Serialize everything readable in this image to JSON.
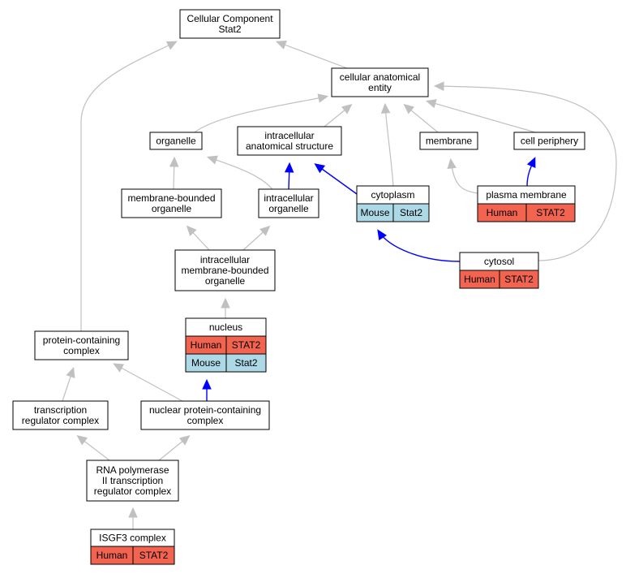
{
  "colors": {
    "human": "#f26450",
    "mouse": "#add8e6",
    "edge_is_a": "#c0c0c0",
    "edge_annotated": "#0000ff"
  },
  "nodes": {
    "cellular_component": {
      "lines": [
        "Cellular Component",
        "Stat2"
      ]
    },
    "cellular_anatomical_entity": {
      "lines": [
        "cellular anatomical",
        "entity"
      ]
    },
    "organelle": {
      "lines": [
        "organelle"
      ]
    },
    "intracellular_anatomical_structure": {
      "lines": [
        "intracellular",
        "anatomical structure"
      ]
    },
    "membrane": {
      "lines": [
        "membrane"
      ]
    },
    "cell_periphery": {
      "lines": [
        "cell periphery"
      ]
    },
    "membrane_bounded_organelle": {
      "lines": [
        "membrane-bounded",
        "organelle"
      ]
    },
    "intracellular_organelle": {
      "lines": [
        "intracellular",
        "organelle"
      ]
    },
    "cytoplasm": {
      "lines": [
        "cytoplasm"
      ],
      "species": [
        {
          "organism": "Mouse",
          "gene": "Stat2"
        }
      ]
    },
    "plasma_membrane": {
      "lines": [
        "plasma membrane"
      ],
      "species": [
        {
          "organism": "Human",
          "gene": "STAT2"
        }
      ]
    },
    "intracellular_membrane_bounded_organelle": {
      "lines": [
        "intracellular",
        "membrane-bounded",
        "organelle"
      ]
    },
    "cytosol": {
      "lines": [
        "cytosol"
      ],
      "species": [
        {
          "organism": "Human",
          "gene": "STAT2"
        }
      ]
    },
    "nucleus": {
      "lines": [
        "nucleus"
      ],
      "species": [
        {
          "organism": "Human",
          "gene": "STAT2"
        },
        {
          "organism": "Mouse",
          "gene": "Stat2"
        }
      ]
    },
    "protein_containing_complex": {
      "lines": [
        "protein-containing",
        "complex"
      ]
    },
    "transcription_regulator_complex": {
      "lines": [
        "transcription",
        "regulator complex"
      ]
    },
    "nuclear_protein_containing_complex": {
      "lines": [
        "nuclear protein-containing",
        "complex"
      ]
    },
    "rna_pol_ii_complex": {
      "lines": [
        "RNA polymerase",
        "II transcription",
        "regulator complex"
      ]
    },
    "isgf3_complex": {
      "lines": [
        "ISGF3 complex"
      ],
      "species": [
        {
          "organism": "Human",
          "gene": "STAT2"
        }
      ]
    }
  },
  "edges": [
    {
      "from": "cellular_anatomical_entity",
      "to": "cellular_component",
      "kind": "is_a"
    },
    {
      "from": "protein_containing_complex",
      "to": "cellular_component",
      "kind": "is_a"
    },
    {
      "from": "organelle",
      "to": "cellular_anatomical_entity",
      "kind": "is_a"
    },
    {
      "from": "intracellular_anatomical_structure",
      "to": "cellular_anatomical_entity",
      "kind": "is_a"
    },
    {
      "from": "cytoplasm",
      "to": "cellular_anatomical_entity",
      "kind": "is_a"
    },
    {
      "from": "membrane",
      "to": "cellular_anatomical_entity",
      "kind": "is_a"
    },
    {
      "from": "cell_periphery",
      "to": "cellular_anatomical_entity",
      "kind": "is_a"
    },
    {
      "from": "cytosol",
      "to": "cellular_anatomical_entity",
      "kind": "is_a"
    },
    {
      "from": "membrane_bounded_organelle",
      "to": "organelle",
      "kind": "is_a"
    },
    {
      "from": "intracellular_organelle",
      "to": "organelle",
      "kind": "is_a"
    },
    {
      "from": "intracellular_organelle",
      "to": "intracellular_anatomical_structure",
      "kind": "annotated"
    },
    {
      "from": "cytoplasm",
      "to": "intracellular_anatomical_structure",
      "kind": "annotated"
    },
    {
      "from": "plasma_membrane",
      "to": "membrane",
      "kind": "is_a"
    },
    {
      "from": "plasma_membrane",
      "to": "cell_periphery",
      "kind": "annotated"
    },
    {
      "from": "cytosol",
      "to": "cytoplasm",
      "kind": "annotated"
    },
    {
      "from": "intracellular_membrane_bounded_organelle",
      "to": "membrane_bounded_organelle",
      "kind": "is_a"
    },
    {
      "from": "intracellular_membrane_bounded_organelle",
      "to": "intracellular_organelle",
      "kind": "is_a"
    },
    {
      "from": "nucleus",
      "to": "intracellular_membrane_bounded_organelle",
      "kind": "is_a"
    },
    {
      "from": "nuclear_protein_containing_complex",
      "to": "nucleus",
      "kind": "annotated"
    },
    {
      "from": "transcription_regulator_complex",
      "to": "protein_containing_complex",
      "kind": "is_a"
    },
    {
      "from": "nuclear_protein_containing_complex",
      "to": "protein_containing_complex",
      "kind": "is_a"
    },
    {
      "from": "rna_pol_ii_complex",
      "to": "transcription_regulator_complex",
      "kind": "is_a"
    },
    {
      "from": "rna_pol_ii_complex",
      "to": "nuclear_protein_containing_complex",
      "kind": "is_a"
    },
    {
      "from": "isgf3_complex",
      "to": "rna_pol_ii_complex",
      "kind": "is_a"
    }
  ]
}
